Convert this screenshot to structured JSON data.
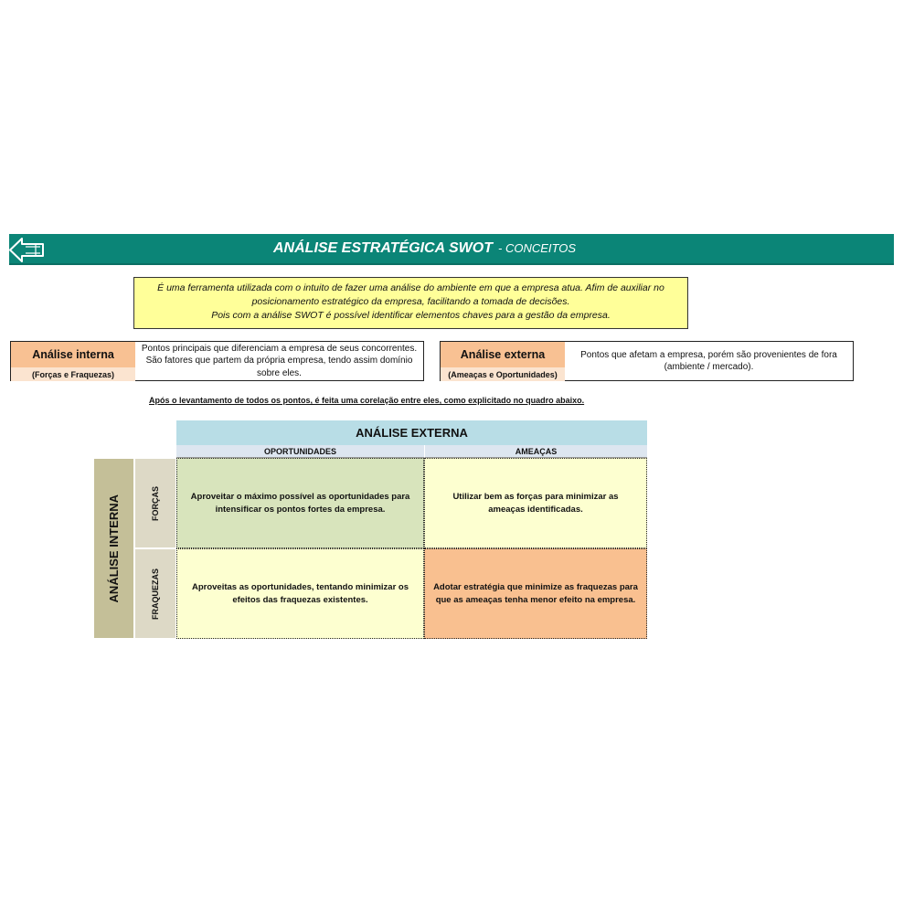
{
  "header": {
    "title": "ANÁLISE ESTRATÉGICA SWOT",
    "subtitle": "- CONCEITOS",
    "back_icon": "back-arrow-icon",
    "bg_color": "#0b8577"
  },
  "intro": {
    "line1": "É uma ferramenta utilizada com o intuito de fazer uma análise do ambiente em que a empresa atua. Afim de auxiliar no",
    "line2": "posicionamento estratégico da empresa, facilitando a tomada de decisões.",
    "line3": "Pois com a análise SWOT é possível identificar elementos chaves para a gestão da empresa."
  },
  "concepts": {
    "internal": {
      "label": "Análise interna",
      "sublabel": "(Forças e Fraquezas)",
      "description": "Pontos principais que diferenciam a empresa de seus concorrentes. São fatores que partem da própria empresa, tendo assim domínio sobre eles."
    },
    "external": {
      "label": "Análise externa",
      "sublabel": "(Ameaças e Oportunidades)",
      "description": "Pontos que afetam a empresa, porém são provenientes de fora (ambiente / mercado)."
    }
  },
  "note": "Após o levantamento de todos os pontos, é feita uma corelação entre eles, como explicitado no quadro abaixo.",
  "matrix": {
    "external_title": "ANÁLISE EXTERNA",
    "internal_title": "ANÁLISE INTERNA",
    "col_opportunities": "OPORTUNIDADES",
    "col_threats": "AMEAÇAS",
    "row_strengths": "FORÇAS",
    "row_weaknesses": "FRAQUEZAS",
    "strengths_opportunities": "Aproveitar o máximo possível as oportunidades para intensificar os pontos fortes da empresa.",
    "strengths_threats": "Utilizar bem as forças para minimizar as ameaças identificadas.",
    "weaknesses_opportunities": "Aproveitas as oportunidades, tentando minimizar os efeitos das fraquezas existentes.",
    "weaknesses_threats": "Adotar estratégia que minimize as fraquezas para que as ameaças tenha menor efeito na empresa."
  }
}
